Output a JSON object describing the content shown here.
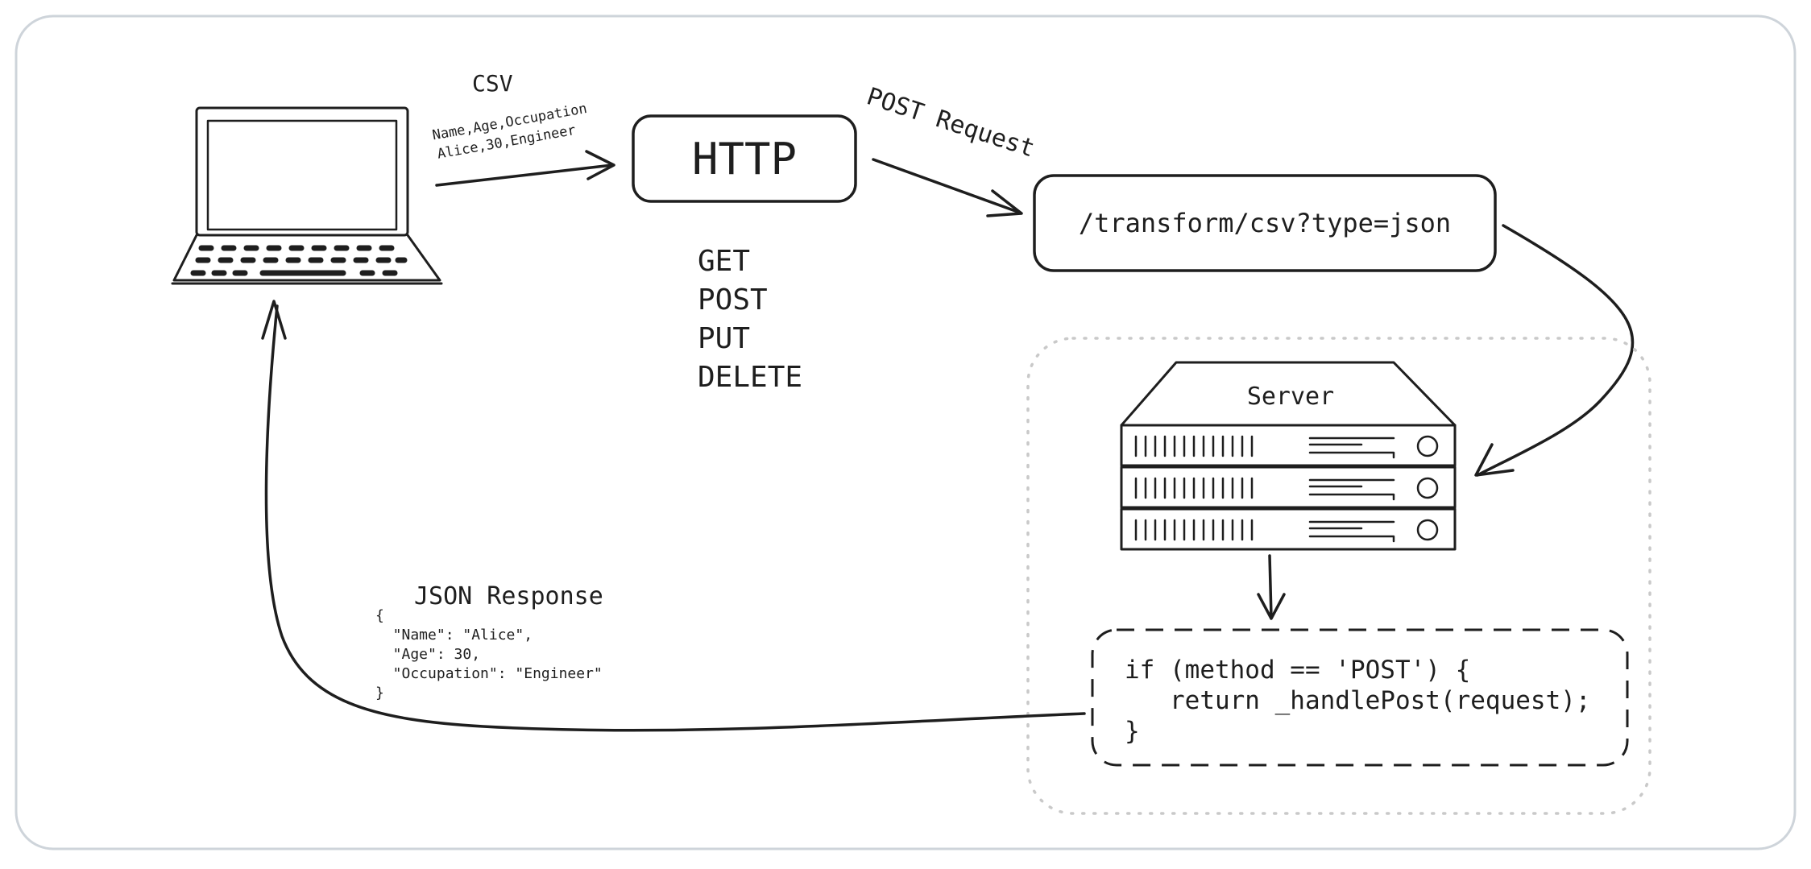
{
  "csv_note": {
    "title": "CSV",
    "lines": [
      "Name,Age,Occupation",
      "Alice,30,Engineer"
    ]
  },
  "http_box": {
    "label": "HTTP"
  },
  "http_methods": [
    "GET",
    "POST",
    "PUT",
    "DELETE"
  ],
  "post_request": {
    "label": "POST Request"
  },
  "endpoint": {
    "label": "/transform/csv?type=json"
  },
  "server": {
    "label": "Server"
  },
  "code": {
    "lines": [
      "if (method == 'POST') {",
      "   return _handlePost(request);",
      "}"
    ]
  },
  "json_response": {
    "title": "JSON Response",
    "lines": [
      "{",
      "  \"Name\": \"Alice\",",
      "  \"Age\": 30,",
      "  \"Occupation\": \"Engineer\"",
      "}"
    ]
  }
}
